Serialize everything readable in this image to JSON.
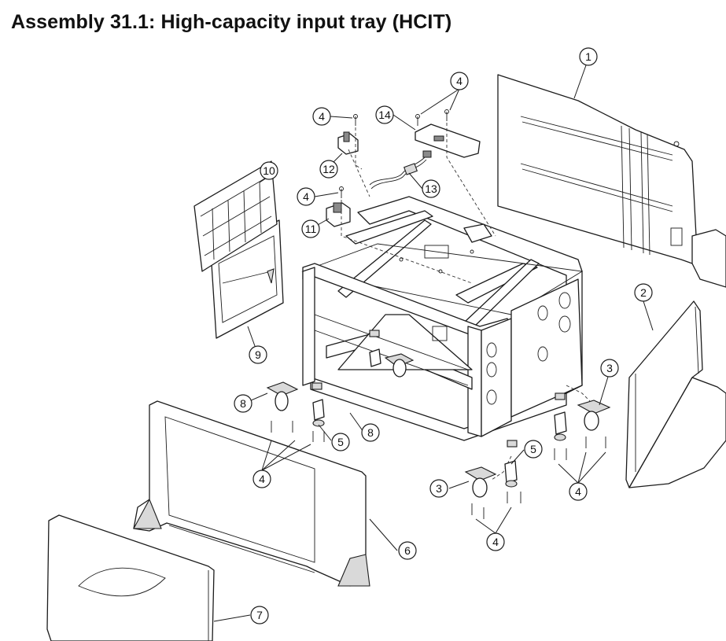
{
  "title": "Assembly 31.1:  High-capacity input tray (HCIT)",
  "callouts": [
    {
      "id": "c1",
      "label": "1"
    },
    {
      "id": "c2",
      "label": "2"
    },
    {
      "id": "c3a",
      "label": "3"
    },
    {
      "id": "c3b",
      "label": "3"
    },
    {
      "id": "c4a",
      "label": "4"
    },
    {
      "id": "c4b",
      "label": "4"
    },
    {
      "id": "c4c",
      "label": "4"
    },
    {
      "id": "c4d",
      "label": "4"
    },
    {
      "id": "c4e",
      "label": "4"
    },
    {
      "id": "c4f",
      "label": "4"
    },
    {
      "id": "c5a",
      "label": "5"
    },
    {
      "id": "c5b",
      "label": "5"
    },
    {
      "id": "c6",
      "label": "6"
    },
    {
      "id": "c7",
      "label": "7"
    },
    {
      "id": "c8a",
      "label": "8"
    },
    {
      "id": "c8b",
      "label": "8"
    },
    {
      "id": "c9",
      "label": "9"
    },
    {
      "id": "c10",
      "label": "10"
    },
    {
      "id": "c11",
      "label": "11"
    },
    {
      "id": "c12",
      "label": "12"
    },
    {
      "id": "c13",
      "label": "13"
    },
    {
      "id": "c14",
      "label": "14"
    }
  ]
}
